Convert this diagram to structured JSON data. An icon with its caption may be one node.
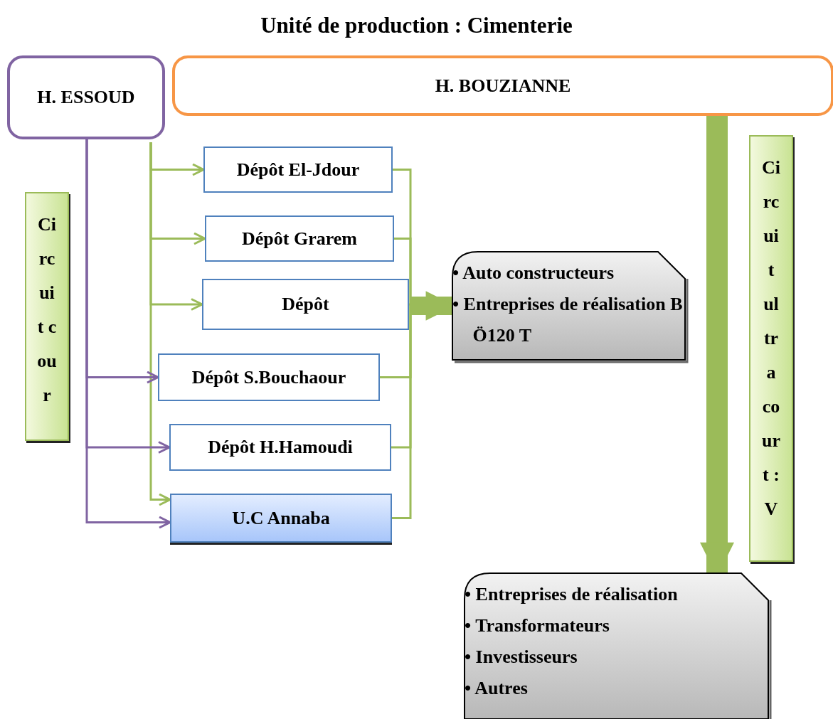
{
  "diagram": {
    "title": "Unité de production : Cimenterie",
    "nodes": [
      {
        "text": [
          "H. ESSOUD"
        ]
      },
      {
        "text": [
          "H. BOUZIANNE"
        ]
      },
      {
        "text": [
          "Dépôt El-Jdour"
        ]
      },
      {
        "text": [
          "Dépôt Grarem"
        ]
      },
      {
        "text": [
          "Dépôt"
        ]
      },
      {
        "text": [
          "Dépôt S.Bouchaour"
        ]
      },
      {
        "text": [
          "Dépôt H.Hamoudi"
        ]
      },
      {
        "text": [
          "U.C Annaba"
        ]
      },
      {
        "text": [
          "• Auto constructeurs",
          "• Entreprises de réalisation B Ö120 T"
        ]
      },
      {
        "text": [
          "• Entreprises de réalisation",
          "• Transformateurs",
          "• Investisseurs",
          "• Autres"
        ]
      },
      {
        "text": [
          "Circuit cour"
        ]
      },
      {
        "text": [
          "Circuit ultra court : V"
        ]
      }
    ],
    "edges": [
      {
        "from": 0,
        "to": 2,
        "arrow": "to"
      },
      {
        "from": 0,
        "to": 3,
        "arrow": "to"
      },
      {
        "from": 0,
        "to": 4,
        "arrow": "to"
      },
      {
        "from": 0,
        "to": 7,
        "arrow": "to"
      },
      {
        "from": 0,
        "to": 5,
        "arrow": "to",
        "color": "#8064a2"
      },
      {
        "from": 0,
        "to": 6,
        "arrow": "to",
        "color": "#8064a2"
      },
      {
        "from": 0,
        "to": 7,
        "arrow": "to",
        "color": "#8064a2"
      },
      {
        "from": 2,
        "to": 8,
        "arrow": "to"
      },
      {
        "from": 3,
        "to": 8,
        "arrow": "to"
      },
      {
        "from": 4,
        "to": 8,
        "arrow": "to",
        "style": "thick"
      },
      {
        "from": 5,
        "to": 8,
        "arrow": "to"
      },
      {
        "from": 6,
        "to": 8,
        "arrow": "to"
      },
      {
        "from": 7,
        "to": 8,
        "arrow": "to"
      },
      {
        "from": 1,
        "to": 9,
        "arrow": "to",
        "style": "thick"
      }
    ]
  }
}
